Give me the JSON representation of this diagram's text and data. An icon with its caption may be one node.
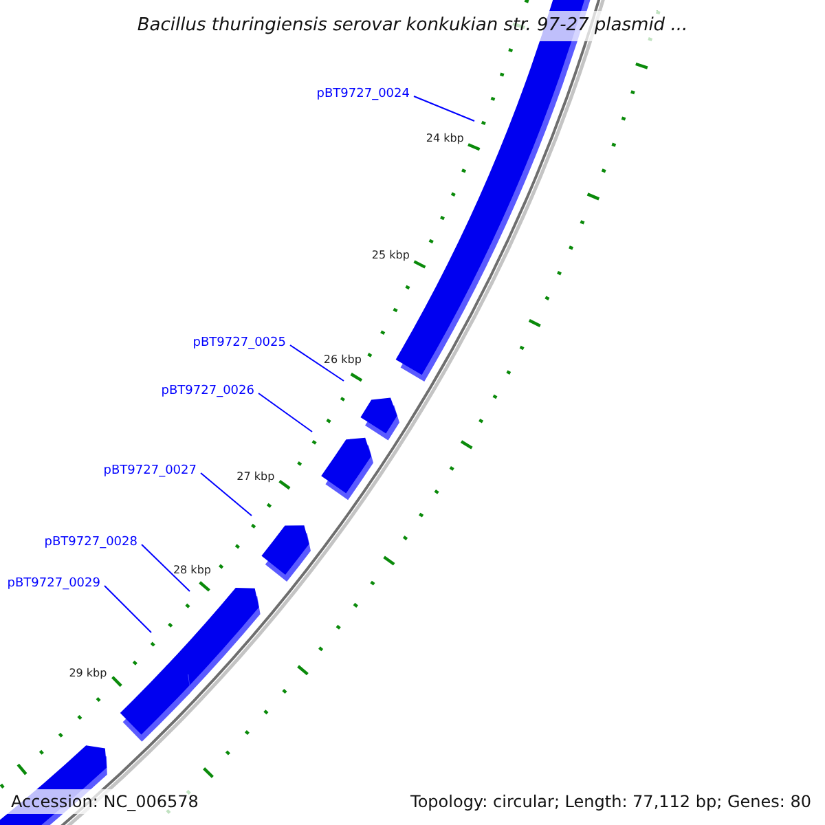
{
  "diagram": {
    "title": "Bacillus thuringiensis serovar konkukian str. 97-27 plasmid ...",
    "nodes": [
      {
        "text": [
          "pBT9727_0024"
        ]
      },
      {
        "text": [
          "pBT9727_0025"
        ]
      },
      {
        "text": [
          "pBT9727_0026"
        ]
      },
      {
        "text": [
          "pBT9727_0027"
        ]
      },
      {
        "text": [
          "pBT9727_0028"
        ]
      },
      {
        "text": [
          "pBT9727_0029"
        ]
      }
    ],
    "edges": [
      {
        "from": 0,
        "to": null,
        "arrow": "none"
      },
      {
        "from": 1,
        "to": null,
        "arrow": "none"
      },
      {
        "from": 2,
        "to": null,
        "arrow": "none"
      },
      {
        "from": 3,
        "to": null,
        "arrow": "none"
      },
      {
        "from": 4,
        "to": null,
        "arrow": "none"
      },
      {
        "from": 5,
        "to": null,
        "arrow": "none"
      }
    ],
    "labels": [
      "24 kbp",
      "25 kbp",
      "26 kbp",
      "27 kbp",
      "28 kbp",
      "29 kbp",
      "Accession: NC_006578",
      "Topology: circular; Length: 77,112 bp; Genes: 80"
    ]
  }
}
